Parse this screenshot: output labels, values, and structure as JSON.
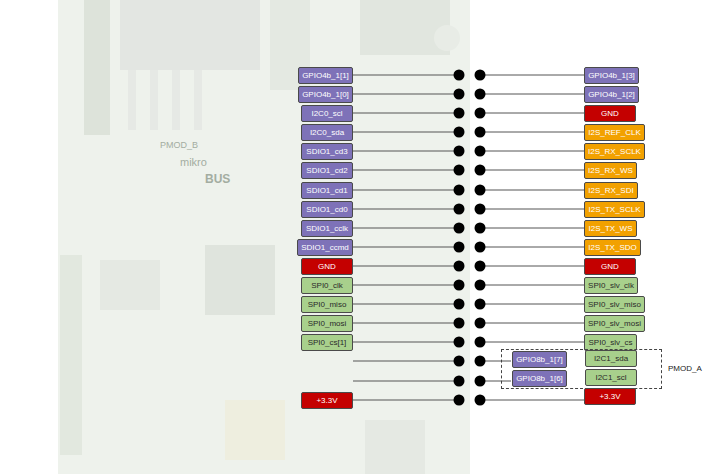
{
  "diagram": {
    "nodes": [
      {
        "text": [
          "GPIO4b_1[1]"
        ]
      },
      {
        "text": [
          "GPIO4b_1[3]"
        ]
      },
      {
        "text": [
          "GPIO4b_1[0]"
        ]
      },
      {
        "text": [
          "GPIO4b_1[2]"
        ]
      },
      {
        "text": [
          "I2C0_scl"
        ]
      },
      {
        "text": [
          "GND"
        ]
      },
      {
        "text": [
          "I2C0_sda"
        ]
      },
      {
        "text": [
          "I2S_REF_CLK"
        ]
      },
      {
        "text": [
          "SDIO1_cd3"
        ]
      },
      {
        "text": [
          "I2S_RX_SCLK"
        ]
      },
      {
        "text": [
          "SDIO1_cd2"
        ]
      },
      {
        "text": [
          "I2S_RX_WS"
        ]
      },
      {
        "text": [
          "SDIO1_cd1"
        ]
      },
      {
        "text": [
          "I2S_RX_SDI"
        ]
      },
      {
        "text": [
          "SDIO1_cd0"
        ]
      },
      {
        "text": [
          "I2S_TX_SCLK"
        ]
      },
      {
        "text": [
          "SDIO1_cclk"
        ]
      },
      {
        "text": [
          "I2S_TX_WS"
        ]
      },
      {
        "text": [
          "SDIO1_ccmd"
        ]
      },
      {
        "text": [
          "I2S_TX_SDO"
        ]
      },
      {
        "text": [
          "GND"
        ]
      },
      {
        "text": [
          "GND"
        ]
      },
      {
        "text": [
          "SPI0_clk"
        ]
      },
      {
        "text": [
          "SPI0_slv_clk"
        ]
      },
      {
        "text": [
          "SPI0_miso"
        ]
      },
      {
        "text": [
          "SPI0_slv_miso"
        ]
      },
      {
        "text": [
          "SPI0_mosi"
        ]
      },
      {
        "text": [
          "SPI0_slv_mosi"
        ]
      },
      {
        "text": [
          "SPI0_cs[1]"
        ]
      },
      {
        "text": [
          "SPI0_slv_cs"
        ]
      },
      {
        "text": [
          "PMOD_A"
        ]
      },
      {
        "text": [
          "GPIO8b_1[7]"
        ],
        "in": 30
      },
      {
        "text": [
          "I2C1_sda"
        ],
        "in": 30
      },
      {
        "text": [
          "GPIO8b_1[6]"
        ],
        "in": 30
      },
      {
        "text": [
          "I2C1_scl"
        ],
        "in": 30
      },
      {
        "text": [
          "+3.3V"
        ]
      },
      {
        "text": [
          "+3.3V"
        ]
      }
    ],
    "labels": [
      "PMOD_B",
      "mikro",
      "BUS"
    ]
  }
}
